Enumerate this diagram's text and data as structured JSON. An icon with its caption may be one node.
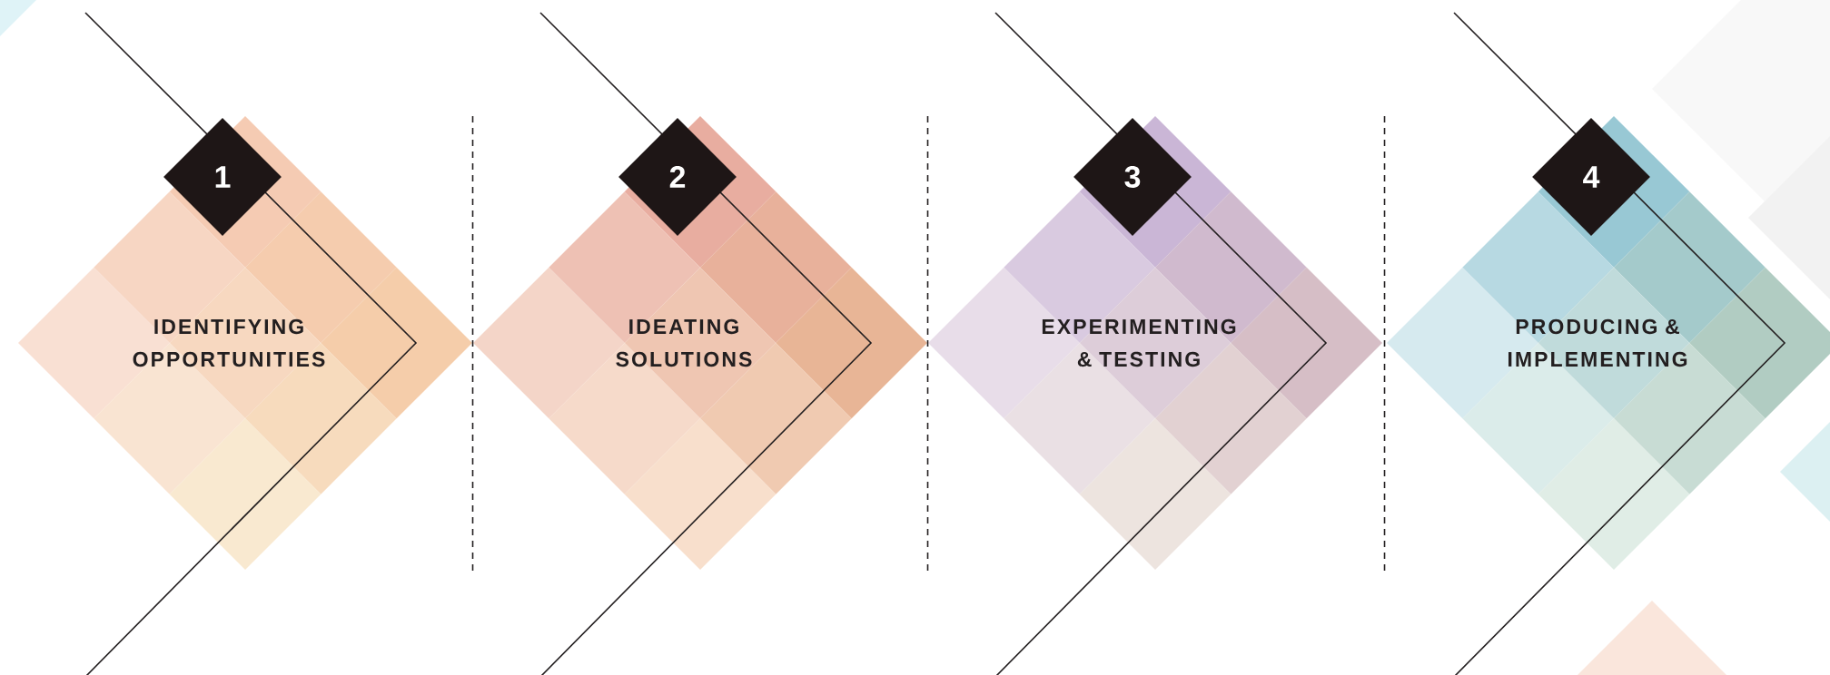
{
  "diagram": {
    "nodes": [
      {
        "text": [
          "1"
        ]
      },
      {
        "text": [
          "IDENTIFYING OPPORTUNITIES"
        ]
      },
      {
        "text": [
          "2"
        ]
      },
      {
        "text": [
          "IDEATING SOLUTIONS"
        ]
      },
      {
        "text": [
          "3"
        ]
      },
      {
        "text": [
          "EXPERIMENTING & TESTING"
        ]
      },
      {
        "text": [
          "4"
        ]
      },
      {
        "text": [
          "PRODUCING & IMPLEMENTING"
        ]
      }
    ]
  }
}
